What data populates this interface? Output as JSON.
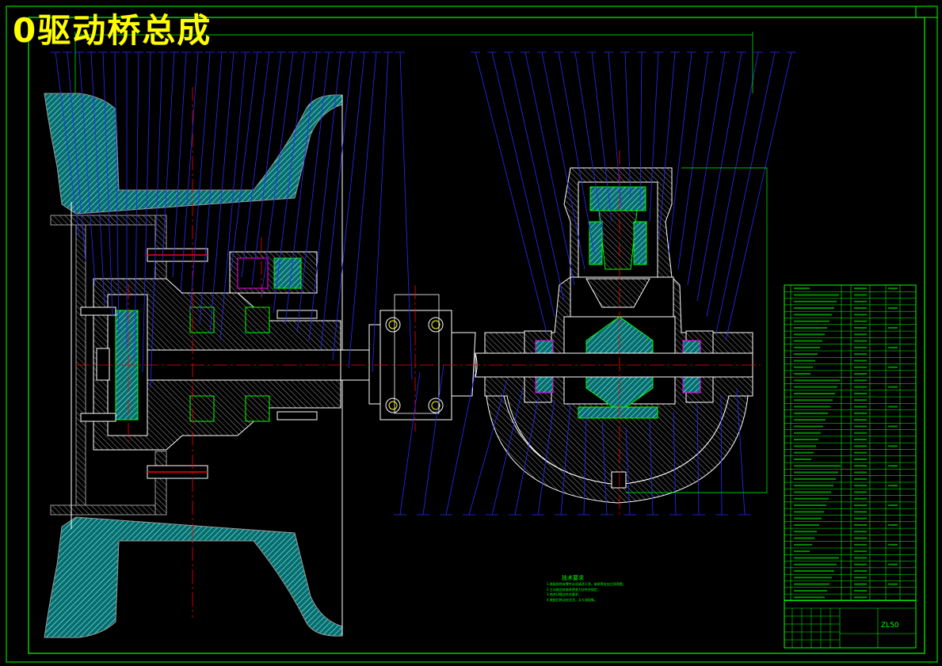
{
  "drawing": {
    "title": "0驱动桥总成",
    "model_label": "ZL50",
    "notes_title": "技术要求",
    "notes": [
      "1.装配前所有零件必须清洗干净，轴承等处加注润滑脂；",
      "2.主动锥齿轮轴承预紧力应符合规定；",
      "3.啮合印痕应符合要求；",
      "4.装配后转动应灵活，无卡滞现象。"
    ],
    "colors": {
      "background": "#000000",
      "frame": "#00ff00",
      "hatch": "#00ffff",
      "leader": "#0000ff",
      "center": "#ff0000",
      "outline": "#ffffff",
      "title": "#ffff00",
      "accent": "#ff00ff"
    }
  }
}
